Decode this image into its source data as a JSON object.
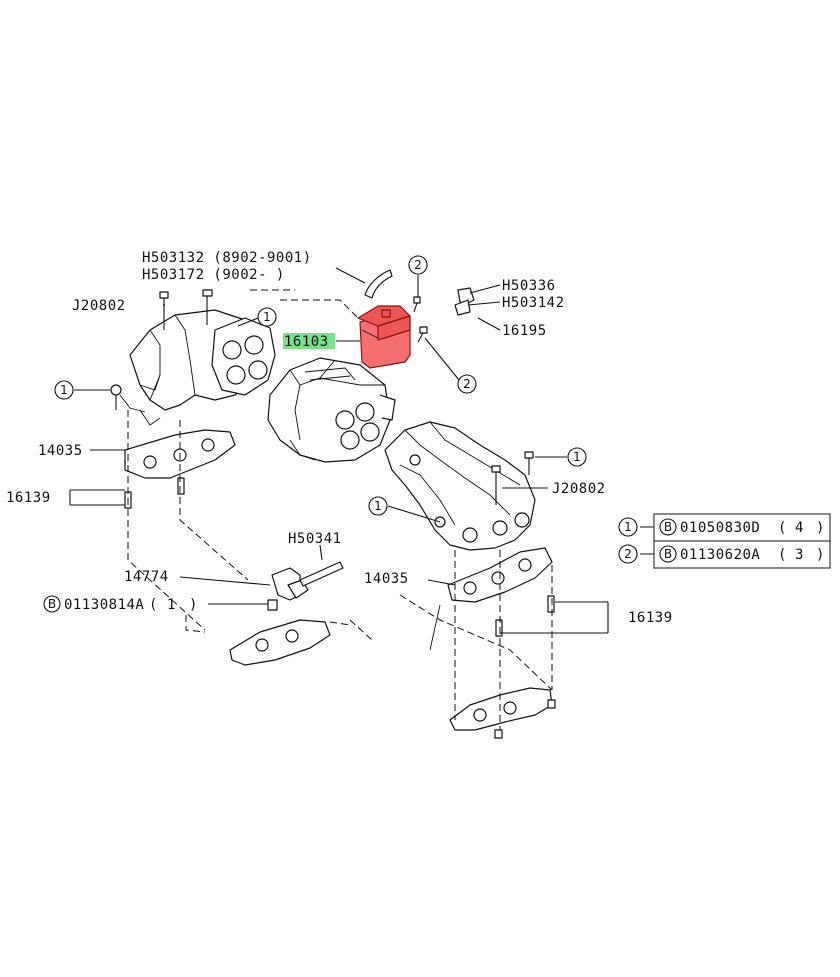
{
  "parts": {
    "h503132": "H503132 (8902-9001)",
    "h503172": "H503172 (9002-     )",
    "j20802_left": "J20802",
    "j20802_right": "J20802",
    "h50336": "H50336",
    "h503142": "H503142",
    "p16195": "16195",
    "p16103": "16103",
    "p14035_left": "14035",
    "p14035_right": "14035",
    "p16139_left": "16139",
    "p16139_right": "16139",
    "h50341": "H50341",
    "p14774": "14774",
    "bolt_b": "B",
    "bolt_part": "01130814A",
    "bolt_qty": "1"
  },
  "refs": {
    "one": "1",
    "two": "2"
  },
  "legend": [
    {
      "ref": "1",
      "marker": "B",
      "part": "01050830D",
      "qty": "4"
    },
    {
      "ref": "2",
      "marker": "B",
      "part": "01130620A",
      "qty": "3"
    }
  ],
  "colors": {
    "highlight_part": "#ee5555",
    "highlight_label": "#7be08a"
  }
}
